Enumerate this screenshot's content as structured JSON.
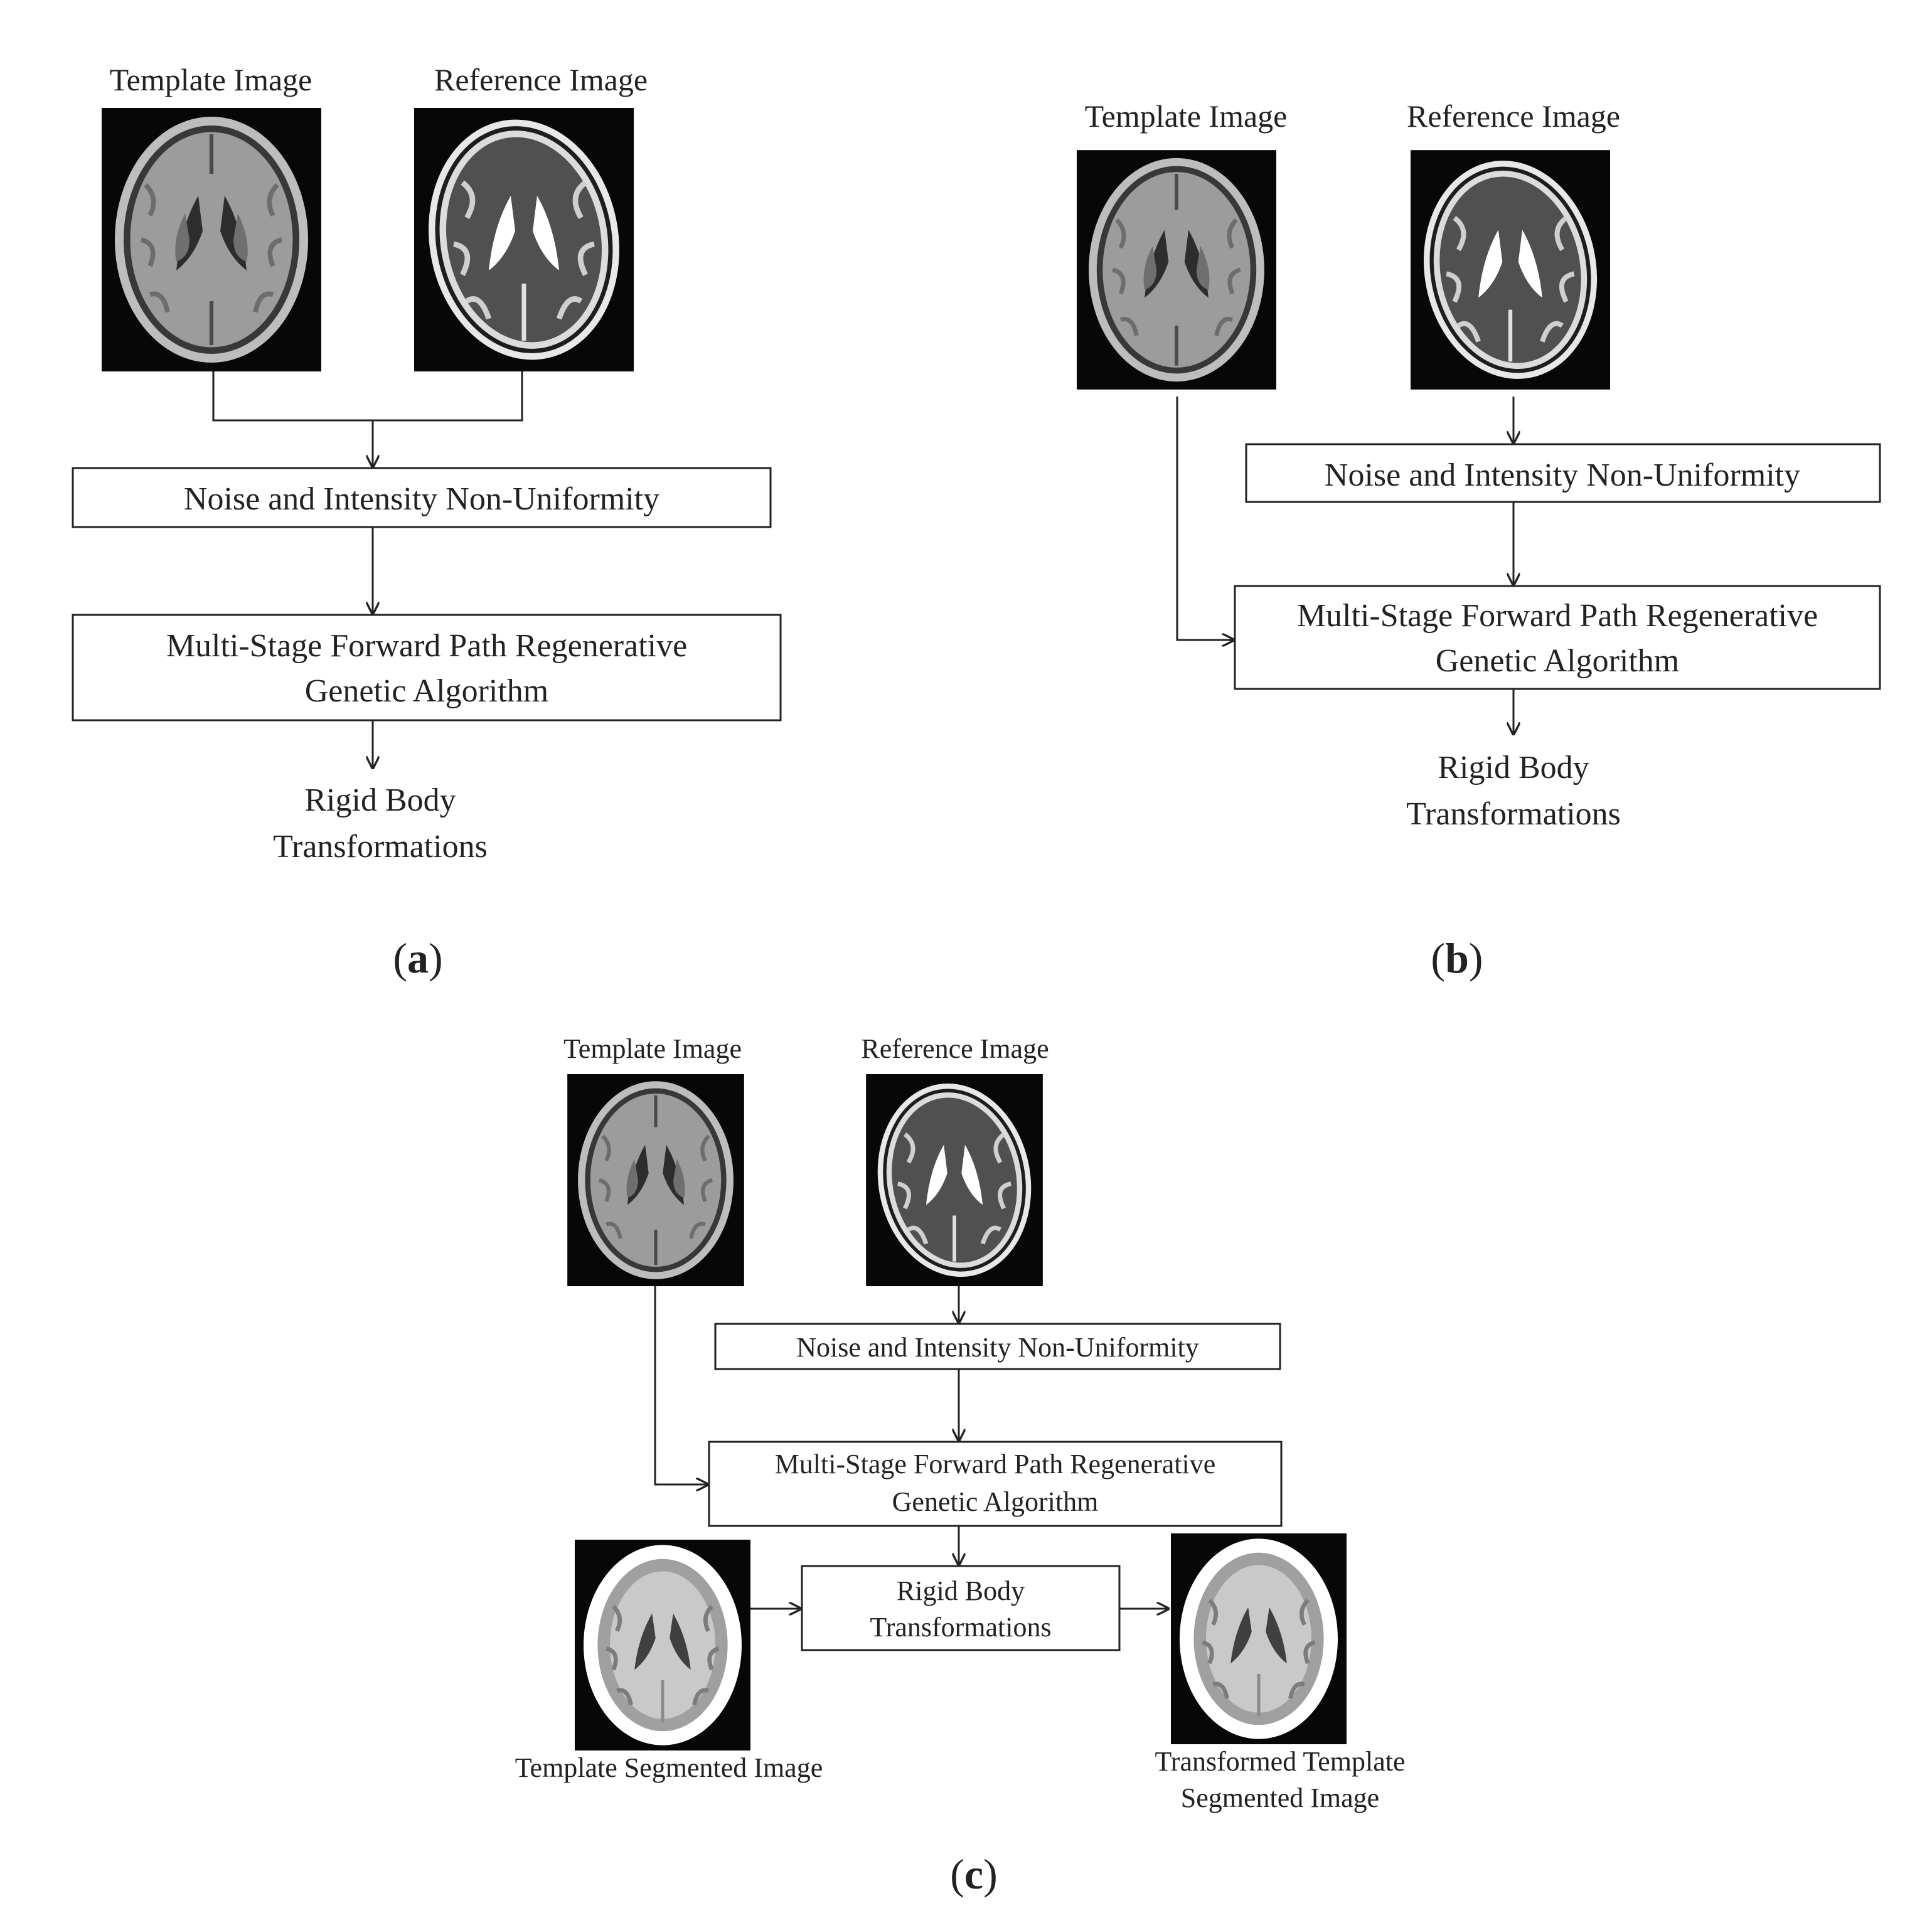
{
  "panels": [
    {
      "id": "a",
      "label": "a",
      "template_image_title": "Template Image",
      "reference_image_title": "Reference Image",
      "step1": "Noise and Intensity Non-Uniformity",
      "step2_line1": "Multi-Stage Forward Path Regenerative",
      "step2_line2": "Genetic Algorithm",
      "output_line1": "Rigid Body",
      "output_line2": "Transformations"
    },
    {
      "id": "b",
      "label": "b",
      "template_image_title": "Template Image",
      "reference_image_title": "Reference Image",
      "step1": "Noise and Intensity Non-Uniformity",
      "step2_line1": "Multi-Stage Forward Path Regenerative",
      "step2_line2": "Genetic Algorithm",
      "output_line1": "Rigid Body",
      "output_line2": "Transformations"
    },
    {
      "id": "c",
      "label": "c",
      "template_image_title": "Template Image",
      "reference_image_title": "Reference Image",
      "step1": "Noise and Intensity Non-Uniformity",
      "step2_line1": "Multi-Stage Forward Path Regenerative",
      "step2_line2": "Genetic Algorithm",
      "step3_line1": "Rigid Body",
      "step3_line2": "Transformations",
      "segmented_input_caption": "Template Segmented Image",
      "segmented_output_caption_line1": "Transformed Template",
      "segmented_output_caption_line2": "Segmented Image"
    }
  ],
  "icons": {
    "template_mri": "brain-t1-icon",
    "reference_mri": "brain-t2-icon",
    "segmented": "brain-segmented-icon"
  }
}
